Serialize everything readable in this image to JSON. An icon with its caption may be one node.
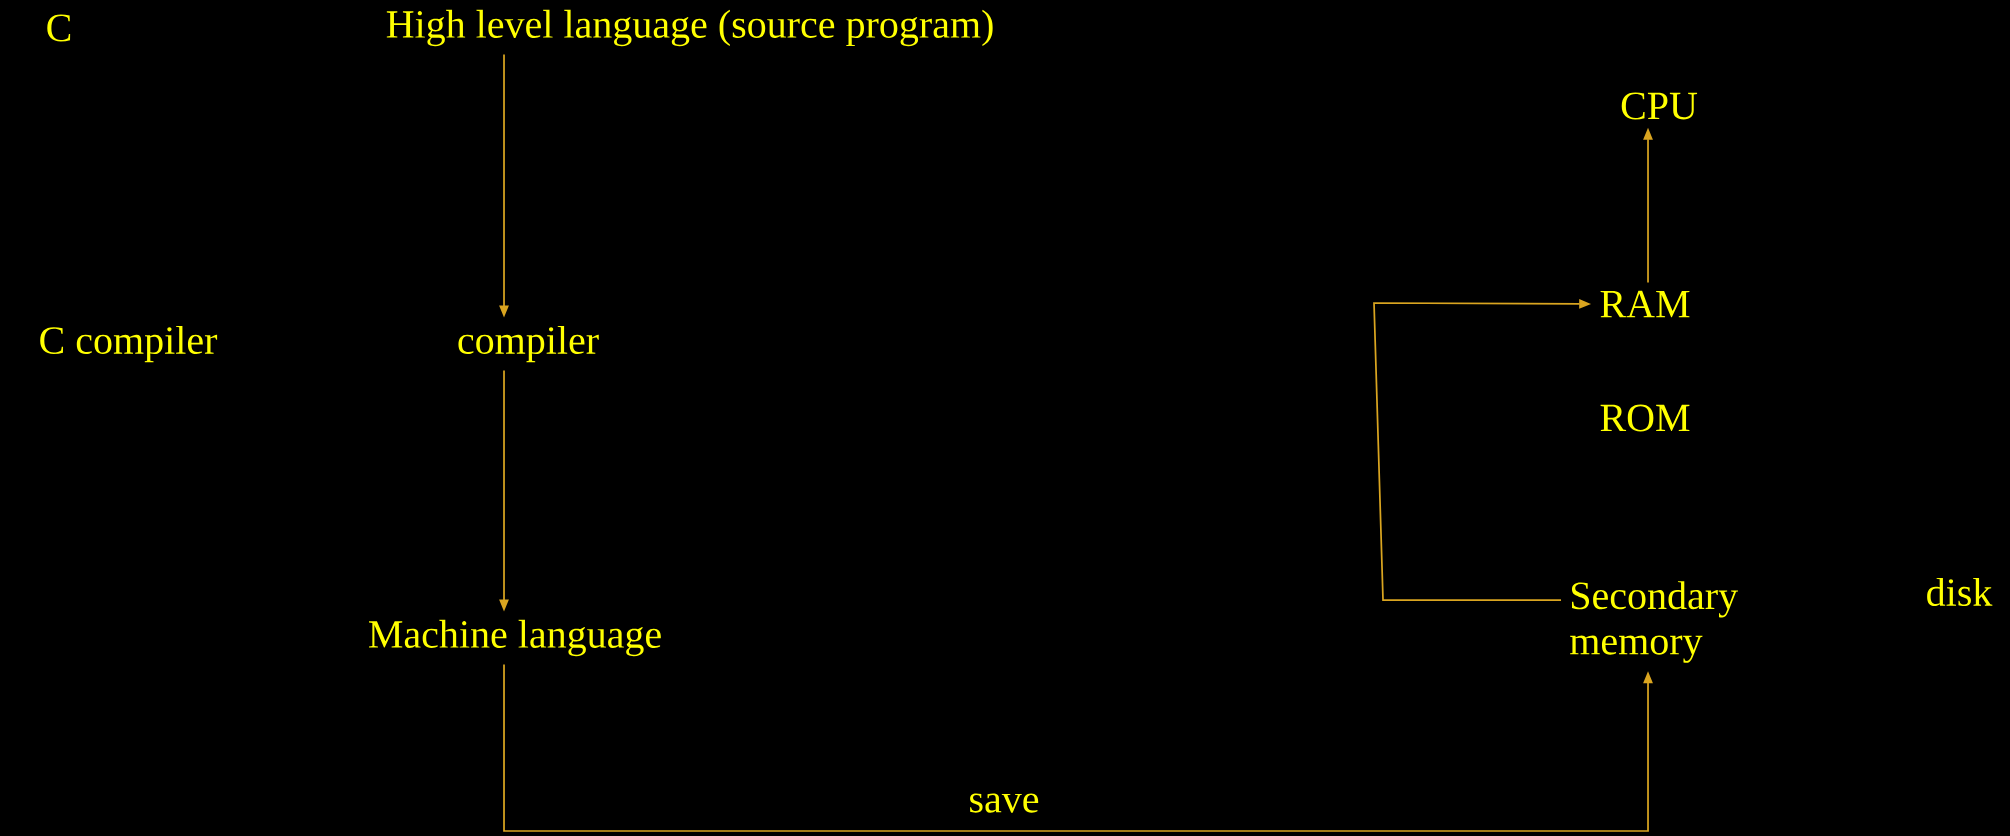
{
  "diagram": {
    "nodes": [
      {
        "text": [
          "High level language (source program)"
        ]
      },
      {
        "text": [
          "compiler"
        ]
      },
      {
        "text": [
          "Machine language"
        ]
      },
      {
        "text": [
          "CPU"
        ]
      },
      {
        "text": [
          "RAM"
        ]
      },
      {
        "text": [
          "ROM"
        ]
      },
      {
        "text": [
          "Secondary memory"
        ]
      }
    ],
    "edges": [
      {
        "from": 0,
        "to": 1,
        "arrow": "to"
      },
      {
        "from": 1,
        "to": 2,
        "arrow": "to"
      },
      {
        "from": 2,
        "to": 6,
        "arrow": "to",
        "label": "save"
      },
      {
        "from": 6,
        "to": 4,
        "arrow": "to"
      },
      {
        "from": 4,
        "to": 3,
        "arrow": "to"
      }
    ],
    "labels": [
      "C",
      "C compiler",
      "disk"
    ]
  }
}
